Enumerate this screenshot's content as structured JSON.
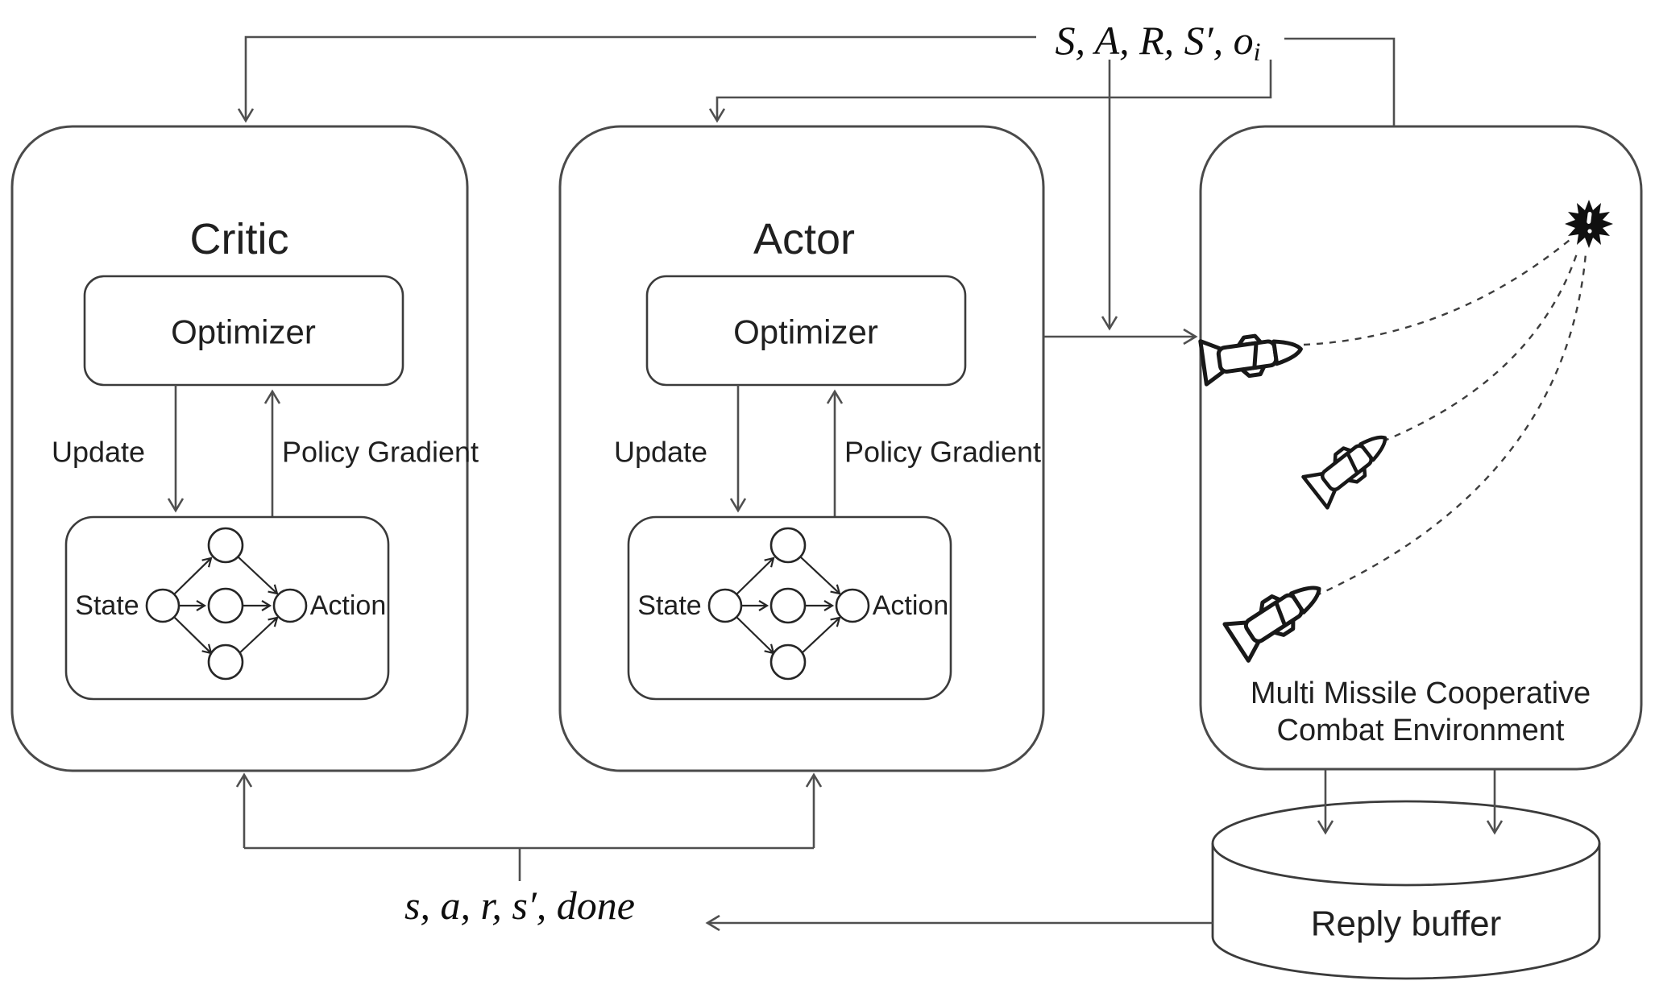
{
  "top_label": {
    "main": "S, A, R, S′, o",
    "sub": "i"
  },
  "critic": {
    "title": "Critic",
    "optimizer": "Optimizer",
    "update": "Update",
    "policy_gradient": "Policy Gradient",
    "state": "State",
    "action": "Action"
  },
  "actor": {
    "title": "Actor",
    "optimizer": "Optimizer",
    "update": "Update",
    "policy_gradient": "Policy Gradient",
    "state": "State",
    "action": "Action"
  },
  "environment": {
    "label_line1": "Multi Missile Cooperative",
    "label_line2": "Combat Environment"
  },
  "replay_buffer": {
    "label": "Reply buffer"
  },
  "bottom_label": {
    "text": "s, a, r, s′, done"
  },
  "colors": {
    "background": "#ffffff",
    "line": "#4f4f4f",
    "box_border": "#4a4a4a",
    "ink": "#202020",
    "explosion": "#101010"
  }
}
